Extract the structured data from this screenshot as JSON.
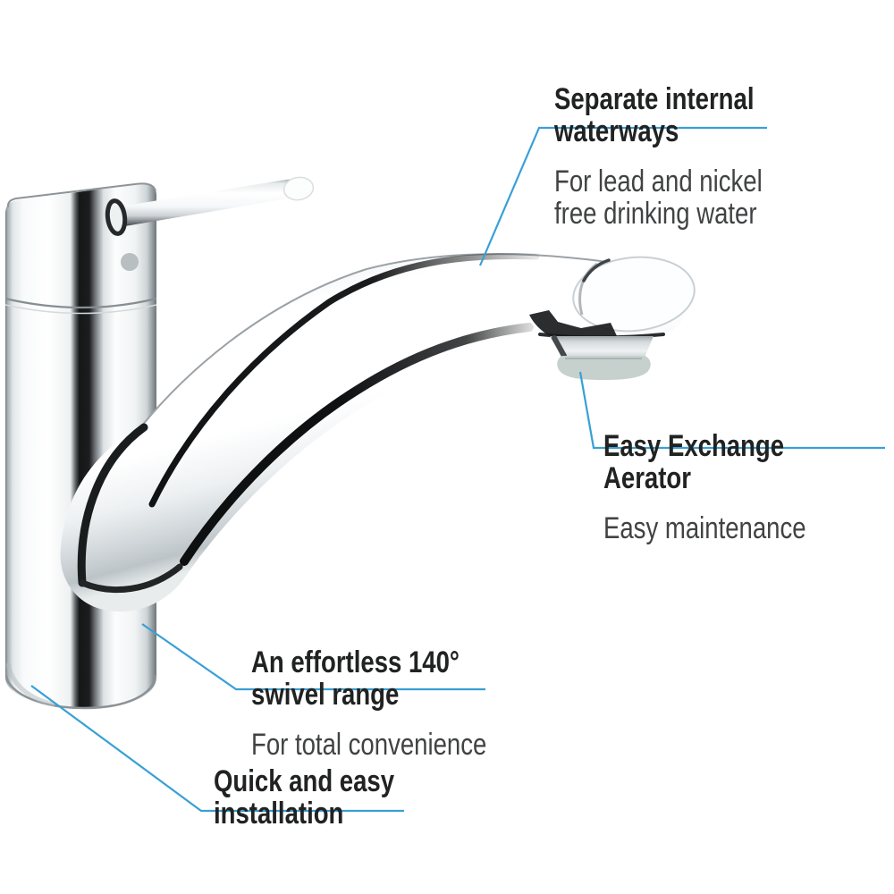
{
  "illustration": {
    "subject": "chrome single-lever kitchen faucet with swivel spout",
    "background": "#ffffff"
  },
  "colors": {
    "accent_line": "#39a0d5",
    "title_text": "#212222",
    "description_text": "#414243",
    "aerator_ring": "#c6d1ce",
    "chrome_highlight": "#ffffff",
    "chrome_shadow": "#141617"
  },
  "callouts": [
    {
      "id": "separate-internal-waterways",
      "title": "Separate internal\nwaterways",
      "description": "For lead and nickel\nfree drinking water"
    },
    {
      "id": "easy-exchange-aerator",
      "title": "Easy Exchange Aerator",
      "description": "Easy maintenance"
    },
    {
      "id": "effortless-swivel-range",
      "title": "An effortless 140°\nswivel range",
      "description": "For total convenience"
    },
    {
      "id": "quick-easy-installation",
      "title": "Quick and easy\ninstallation",
      "description": ""
    }
  ]
}
